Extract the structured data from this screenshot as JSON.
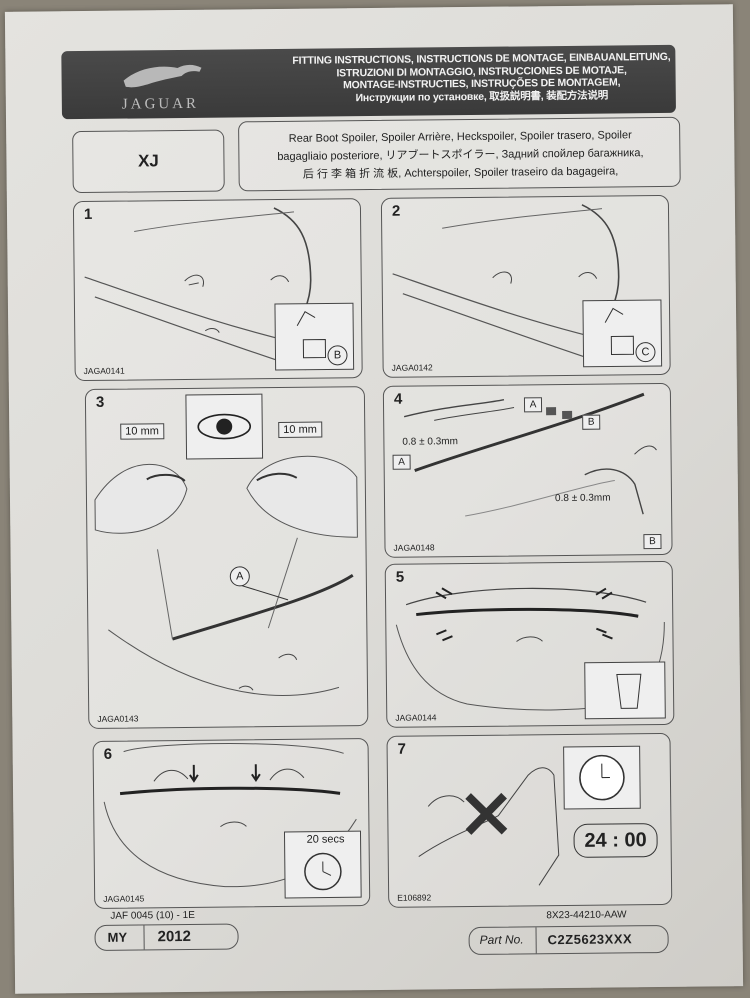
{
  "header": {
    "brand": "JAGUAR",
    "title_lines": [
      "FITTING INSTRUCTIONS, INSTRUCTIONS DE MONTAGE, EINBAUANLEITUNG,",
      "ISTRUZIONI DI MONTAGGIO, INSTRUCCIONES DE MOTAJE,",
      "MONTAGE-INSTRUCTIES, INSTRUÇÕES DE MONTAGEM,",
      "Инструкции по установке, 取扱説明書, 装配方法说明"
    ]
  },
  "model": "XJ",
  "description_lines": [
    "Rear Boot Spoiler, Spoiler Arrière, Heckspoiler, Spoiler trasero, Spoiler",
    "bagagliaio posteriore, リアブートスポイラー, Задний спойлер багажника,",
    "后 行 李 箱 折 流 板, Achterspoiler, Spoiler traseiro da bagageira,"
  ],
  "steps": [
    {
      "number": "1",
      "code": "JAGA0141",
      "badge": "B"
    },
    {
      "number": "2",
      "code": "JAGA0142",
      "badge": "C"
    },
    {
      "number": "3",
      "code": "JAGA0143",
      "dim_left": "10 mm",
      "dim_right": "10 mm",
      "part_label": "A"
    },
    {
      "number": "4",
      "code": "JAGA0148",
      "gap_a": "0.8 ± 0.3mm",
      "gap_b": "0.8 ± 0.3mm",
      "label_a": "A",
      "label_b": "B"
    },
    {
      "number": "5",
      "code": "JAGA0144"
    },
    {
      "number": "6",
      "code": "JAGA0145",
      "duration": "20 secs"
    },
    {
      "number": "7",
      "code": "E106892",
      "cure_time": "24 : 00"
    }
  ],
  "footer": {
    "doc_code": "JAF 0045 (10) - 1E",
    "my_label": "MY",
    "year": "2012",
    "ref_code": "8X23-44210-AAW",
    "part_label": "Part No.",
    "part_number": "C2Z5623XXX"
  }
}
